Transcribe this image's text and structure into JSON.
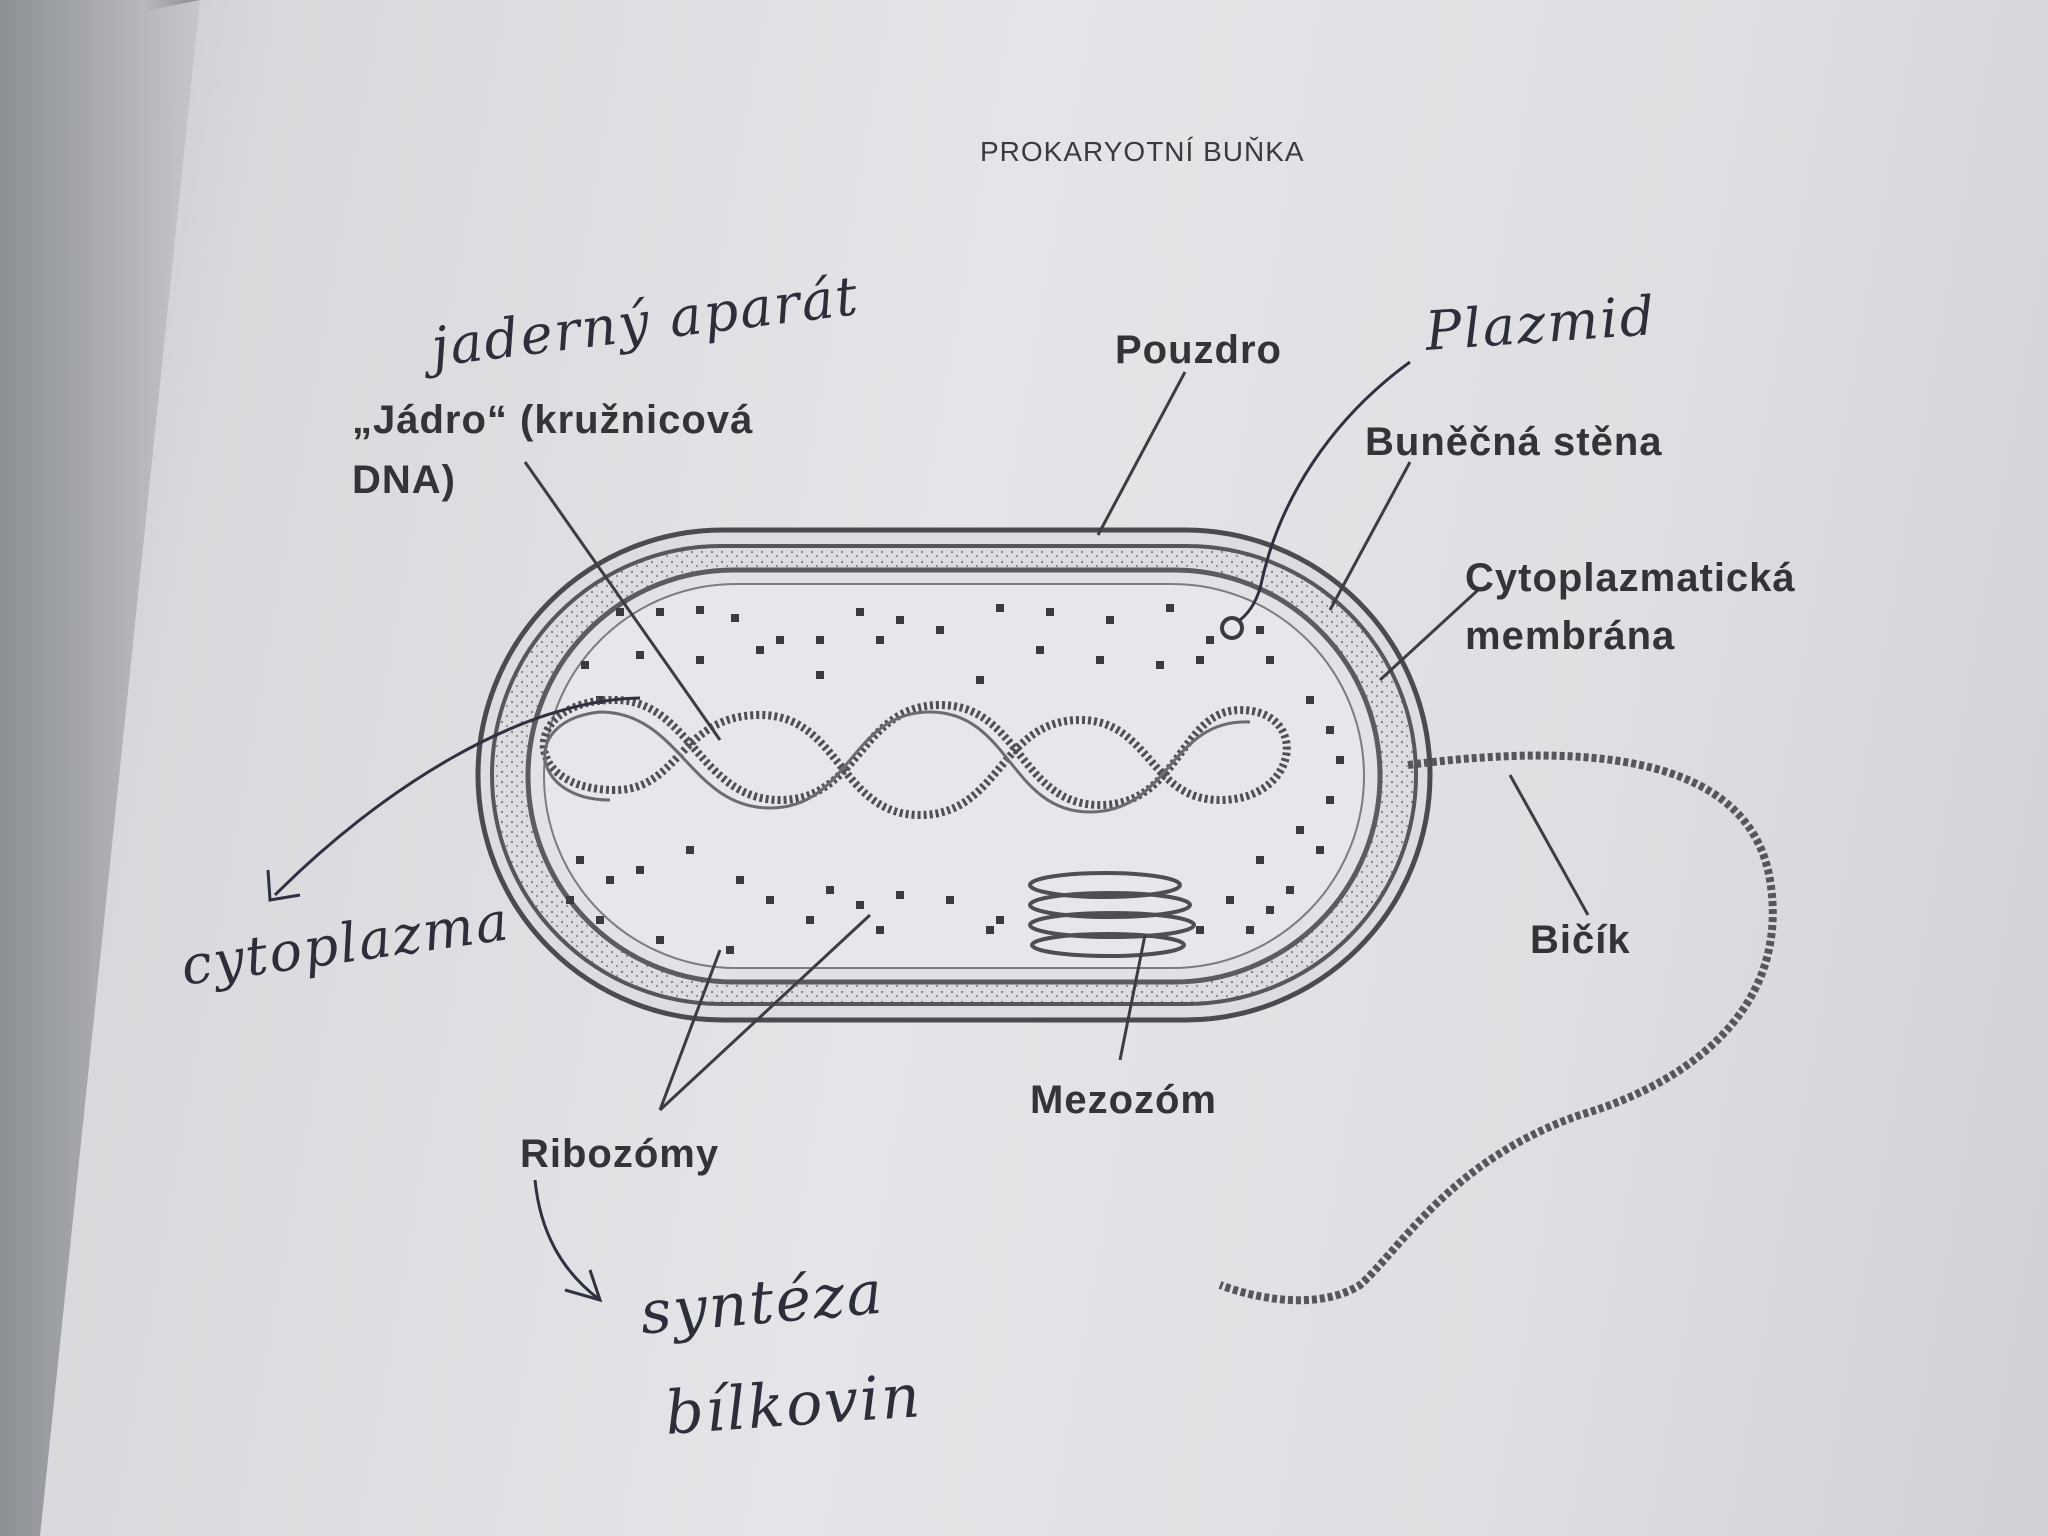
{
  "title": "PROKARYOTNÍ BUŇKA",
  "labels": {
    "pouzdro": "Pouzdro",
    "bunecna_stena": "Buněčná stěna",
    "cytoplazmaticka_line1": "Cytoplazmatická",
    "cytoplazmaticka_line2": "membrána",
    "bicik": "Bičík",
    "mezozom": "Mezozóm",
    "ribozomy": "Ribozómy",
    "jadro_line1": "„Jádro“ (kružnicová",
    "jadro_line2": "DNA)"
  },
  "handwritten": {
    "jaderny": "jaderný aparát",
    "plazmid": "Plazmid",
    "cytoplazma": "cytoplazma",
    "synteza_line1": "syntéza",
    "synteza_line2": "bílkovin"
  }
}
